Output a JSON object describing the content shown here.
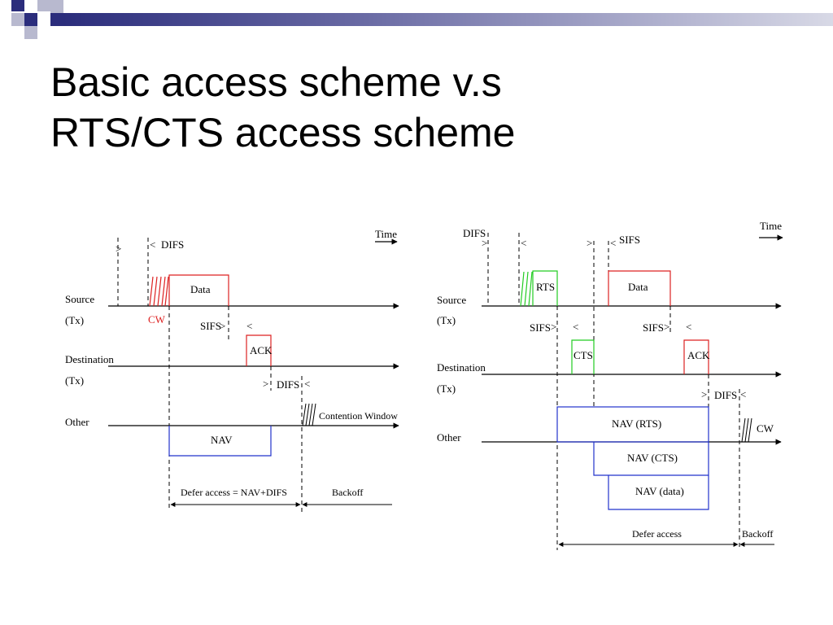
{
  "slide": {
    "title_line1": "Basic access scheme  v.s",
    "title_line2": "RTS/CTS access scheme"
  },
  "colors": {
    "accent_navy": "#2b2d7c",
    "accent_grey": "#b8b9cf",
    "nav_blue": "#2233cc",
    "rts_green": "#22cc22",
    "data_red": "#dd2222"
  },
  "basic": {
    "time": "Time",
    "difs_top": "DIFS",
    "source": "Source",
    "source_tx": "(Tx)",
    "cw": "CW",
    "data": "Data",
    "sifs": "SIFS",
    "ack": "ACK",
    "destination": "Destination",
    "destination_tx": "(Tx)",
    "difs_mid": "DIFS",
    "contention_window": "Contention Window",
    "other": "Other",
    "nav": "NAV",
    "defer": "Defer access = NAV+DIFS",
    "backoff": "Backoff"
  },
  "rtscts": {
    "time": "Time",
    "difs_top": "DIFS",
    "sifs_top": "SIFS",
    "source": "Source",
    "source_tx": "(Tx)",
    "rts": "RTS",
    "data": "Data",
    "sifs_left": "SIFS",
    "sifs_right": "SIFS",
    "cts": "CTS",
    "ack": "ACK",
    "destination": "Destination",
    "destination_tx": "(Tx)",
    "difs_mid": "DIFS",
    "nav_rts": "NAV (RTS)",
    "cw": "CW",
    "other": "Other",
    "nav_cts": "NAV (CTS)",
    "nav_data": "NAV (data)",
    "defer": "Defer access",
    "backoff": "Backoff"
  }
}
